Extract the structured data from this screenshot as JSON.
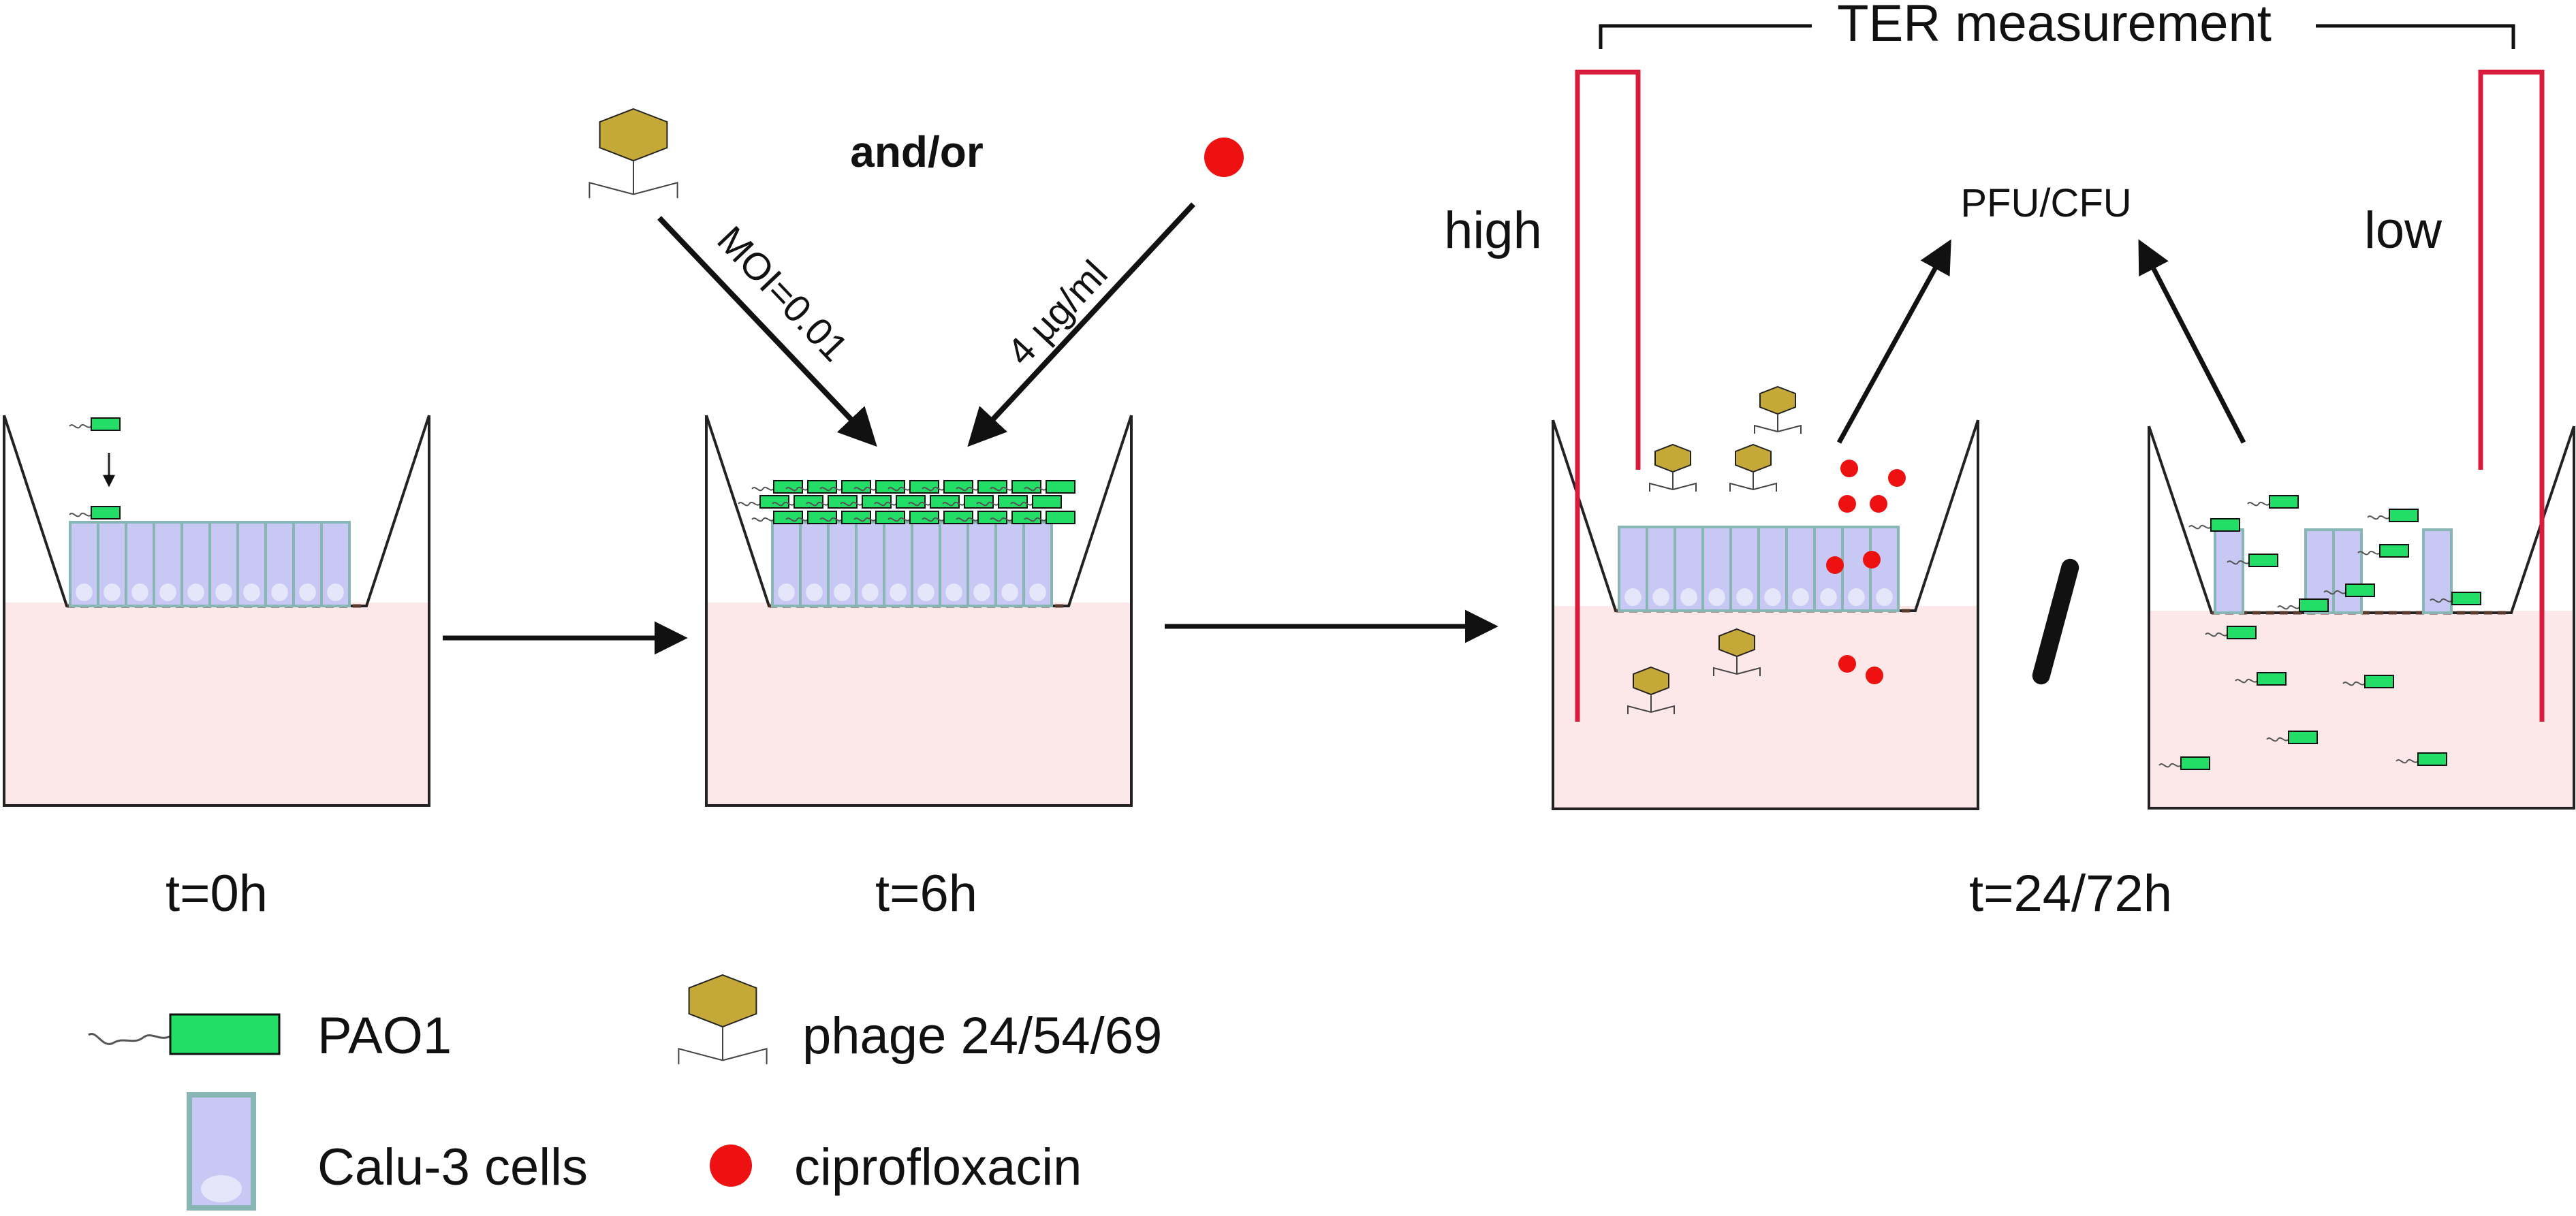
{
  "timepoints": {
    "t0": "t=0h",
    "t6": "t=6h",
    "t24": "t=24/72h"
  },
  "treatment": {
    "connector": "and/or",
    "phage_dose": "MOI=0.01",
    "cipro_dose": "4 µg/ml"
  },
  "readouts": {
    "ter": "TER measurement",
    "pfu_cfu": "PFU/CFU",
    "high": "high",
    "low": "low",
    "separator": "/"
  },
  "legend": {
    "pao1": "PAO1",
    "calu3": "Calu-3 cells",
    "phage": "phage 24/54/69",
    "cipro": "ciprofloxacin"
  },
  "colors": {
    "bacterium": "#22dd66",
    "cell_fill": "#c8c8f4",
    "cell_border": "#88b6b4",
    "medium": "#fce8e8",
    "phage": "#c4a838",
    "cipro": "#ee1111",
    "electrode": "#d81c3c"
  }
}
